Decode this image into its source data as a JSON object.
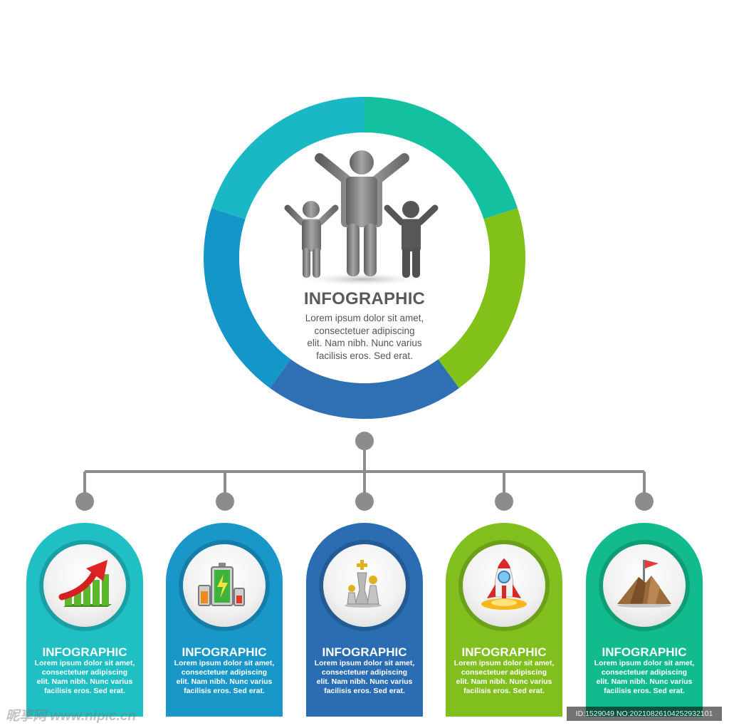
{
  "hub": {
    "title": "INFOGRAPHIC",
    "body_lines": [
      "Lorem ipsum dolor sit amet,",
      "consectetuer adipiscing",
      "elit. Nam nibh. Nunc varius",
      "facilisis eros. Sed erat."
    ],
    "ring_colors": [
      "#13c0a0",
      "#82c01a",
      "#2f6fb3",
      "#1596c8",
      "#19b8c4"
    ]
  },
  "cards": [
    {
      "color": "#1fbfc4",
      "icon": "growth-chart-icon",
      "title": "INFOGRAPHIC",
      "body_lines": [
        "Lorem ipsum dolor sit amet,",
        "consectetuer adipiscing",
        "elit. Nam nibh. Nunc varius",
        "facilisis eros. Sed erat."
      ]
    },
    {
      "color": "#1997c9",
      "icon": "battery-icon",
      "title": "INFOGRAPHIC",
      "body_lines": [
        "Lorem ipsum dolor sit amet,",
        "consectetuer adipiscing",
        "elit. Nam nibh. Nunc varius",
        "facilisis eros. Sed erat."
      ]
    },
    {
      "color": "#2b6db2",
      "icon": "chess-pieces-icon",
      "title": "INFOGRAPHIC",
      "body_lines": [
        "Lorem ipsum dolor sit amet,",
        "consectetuer adipiscing",
        "elit. Nam nibh. Nunc varius",
        "facilisis eros. Sed erat."
      ]
    },
    {
      "color": "#80bf1d",
      "icon": "rocket-icon",
      "title": "INFOGRAPHIC",
      "body_lines": [
        "Lorem ipsum dolor sit amet,",
        "consectetuer adipiscing",
        "elit. Nam nibh. Nunc varius",
        "facilisis eros. Sed erat."
      ]
    },
    {
      "color": "#12bb8d",
      "icon": "mountain-flag-icon",
      "title": "INFOGRAPHIC",
      "body_lines": [
        "Lorem ipsum dolor sit amet,",
        "consectetuer adipiscing",
        "elit. Nam nibh. Nunc varius",
        "facilisis eros. Sed erat."
      ]
    }
  ],
  "connector_color": "#8c8c8c",
  "watermark": {
    "left": "昵享网 www.nipic.cn",
    "right": "ID:1529049 NO:20210826104252932101"
  }
}
